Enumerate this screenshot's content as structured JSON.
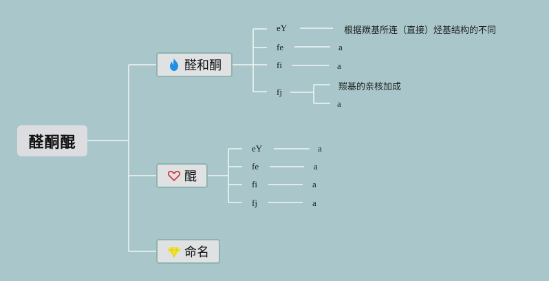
{
  "root": {
    "label": "醛酮醌"
  },
  "branches": [
    {
      "label": "醛和酮",
      "icon": "flame-icon",
      "items": [
        {
          "label": "eY",
          "note": "根据羰基所连（直接）烃基结构的不同"
        },
        {
          "label": "fe",
          "note": "a"
        },
        {
          "label": "fi",
          "note": "a"
        },
        {
          "label": "fj",
          "notes": [
            "羰基的亲核加成",
            "a"
          ]
        }
      ]
    },
    {
      "label": "醌",
      "icon": "heart-icon",
      "items": [
        {
          "label": "eY",
          "note": "a"
        },
        {
          "label": "fe",
          "note": "a"
        },
        {
          "label": "fi",
          "note": "a"
        },
        {
          "label": "fj",
          "note": "a"
        }
      ]
    },
    {
      "label": "命名",
      "icon": "gem-icon",
      "items": []
    }
  ],
  "colors": {
    "background": "#a9c7cb",
    "connector": "#f4f6f6",
    "node_fill": "#dfe1e3",
    "node_border": "#8fb3ad",
    "flame": "#1f8fe8",
    "heart": "#d63a3a",
    "gem": "#f2e23a"
  }
}
